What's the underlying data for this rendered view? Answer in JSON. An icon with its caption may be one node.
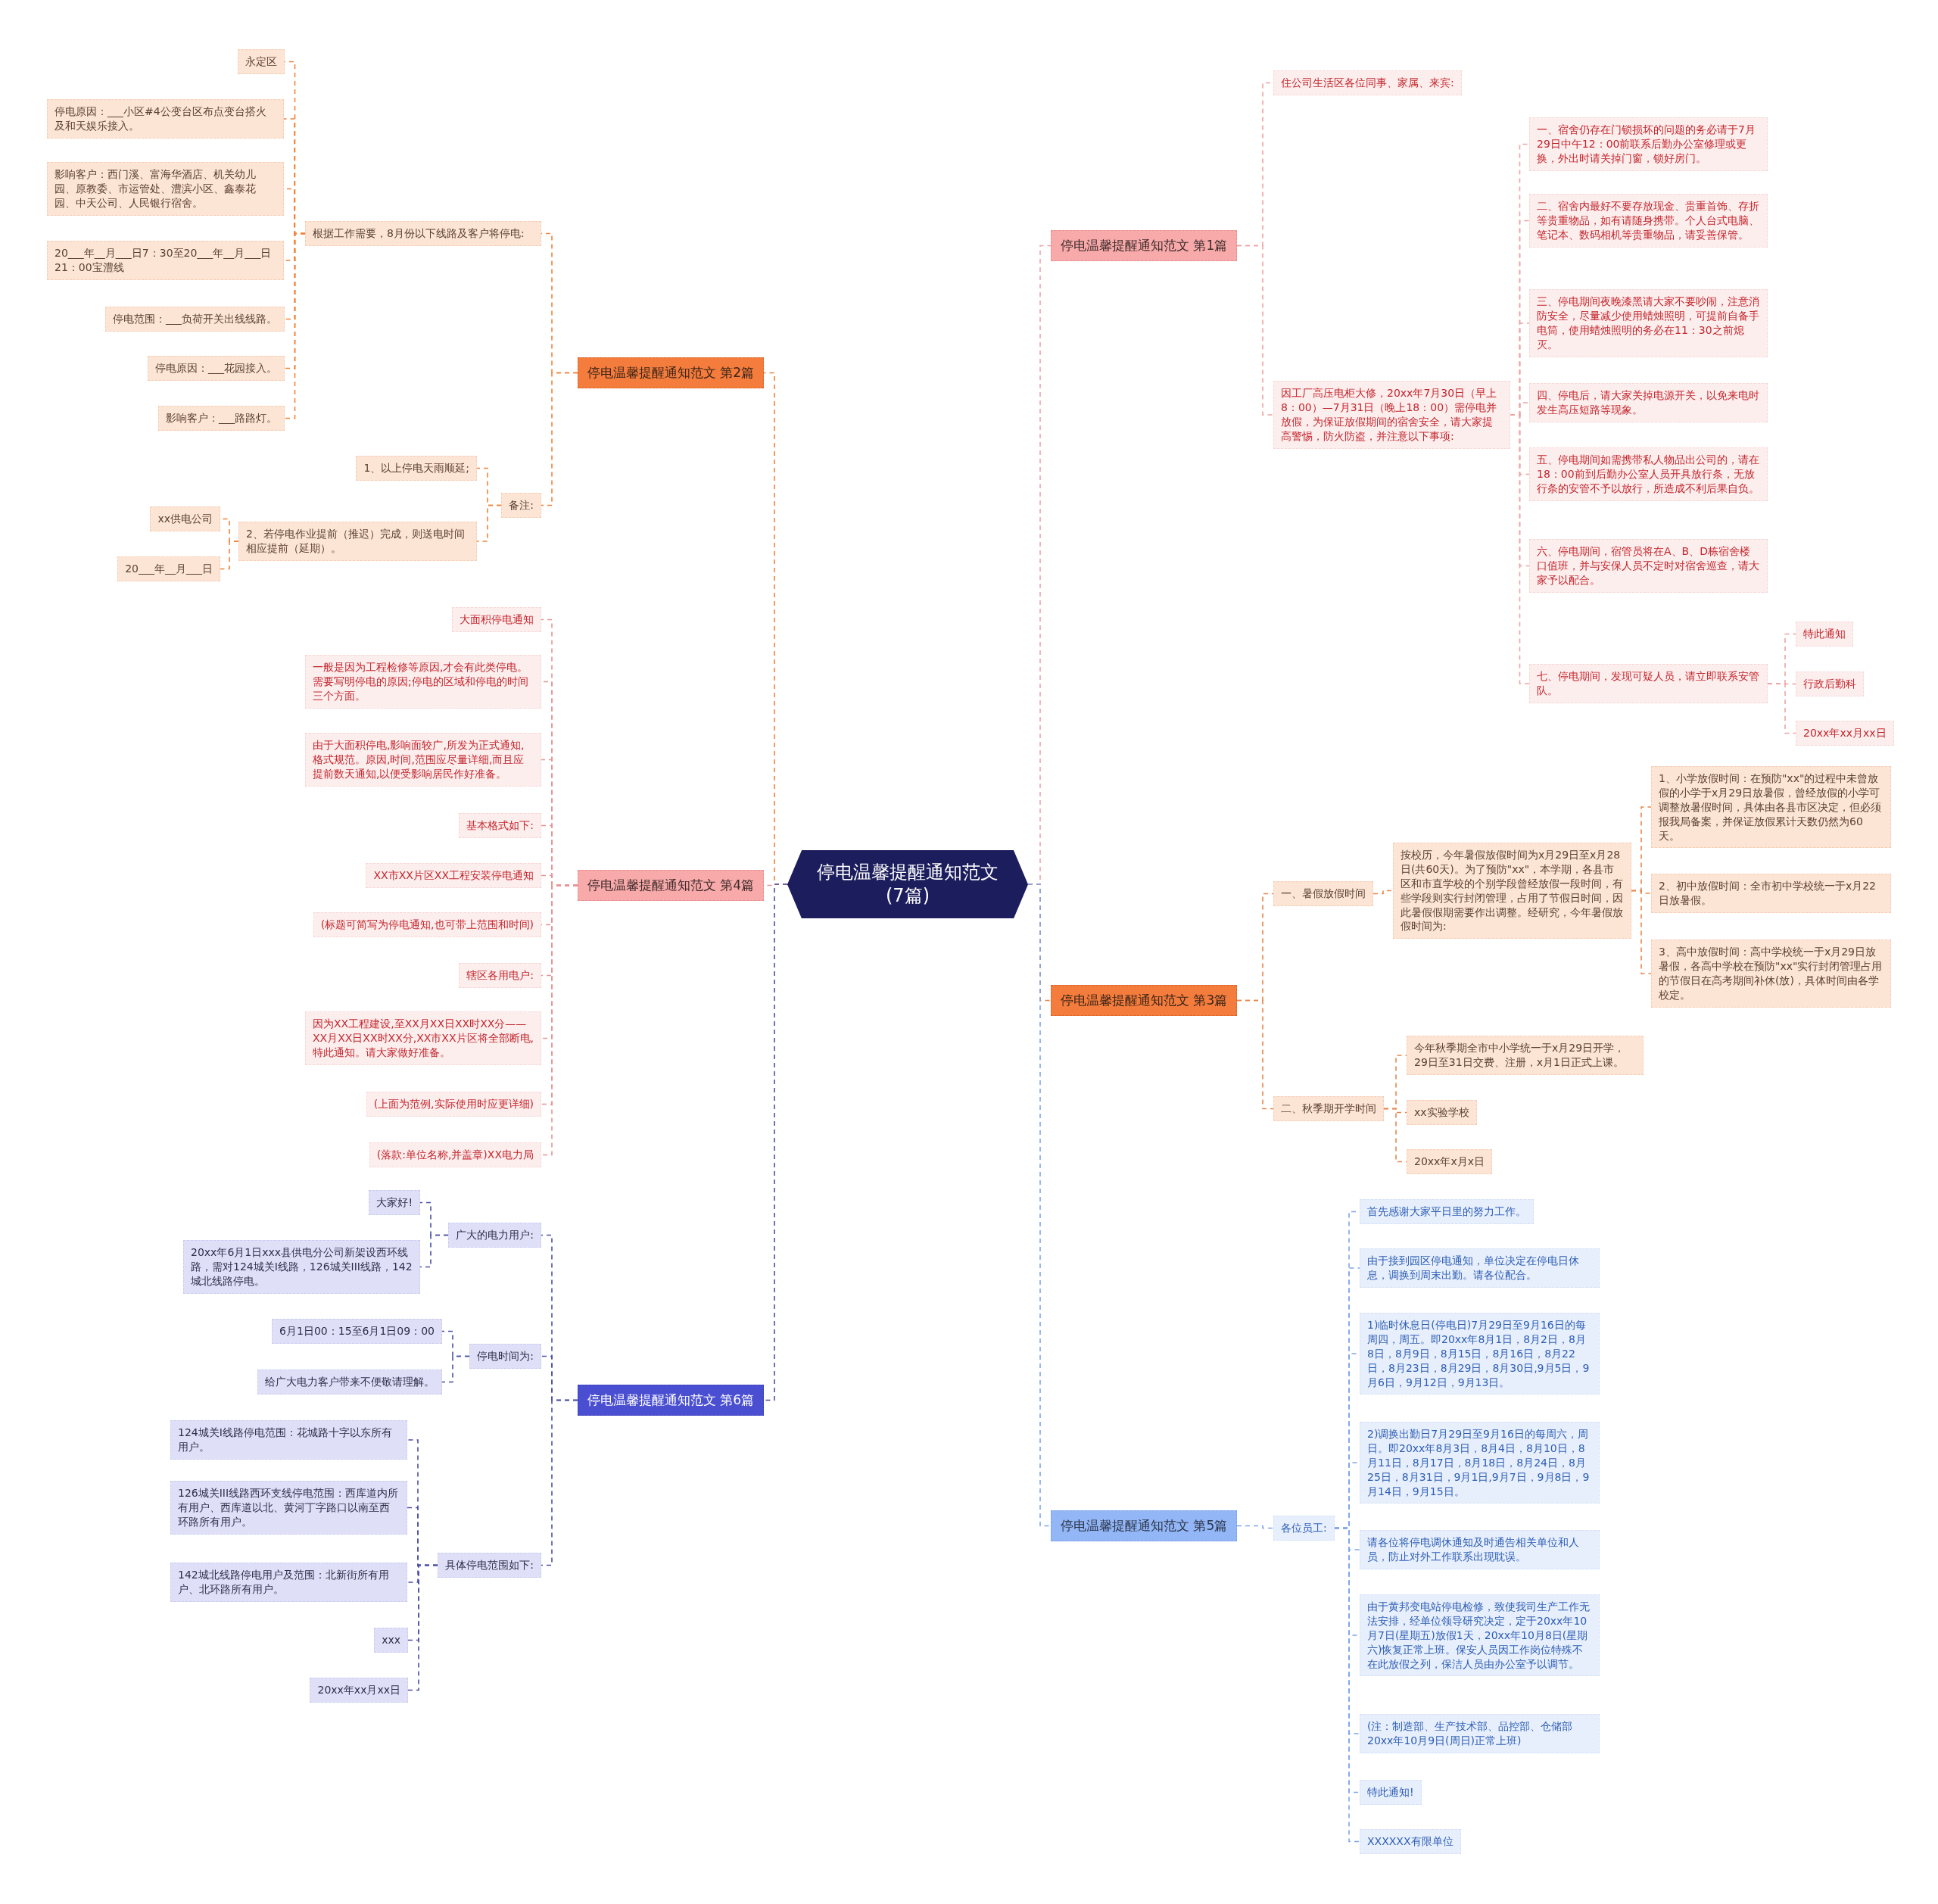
{
  "diagram": {
    "nodes": [
      {
        "text": [
          "停电温馨提醒通知范文(7篇)"
        ]
      },
      {
        "text": [
          "停电温馨提醒通知范文 第2篇"
        ]
      },
      {
        "text": [
          "根据工作需要，8月份以下线路及客户将停电:"
        ]
      },
      {
        "text": [
          "永定区"
        ]
      },
      {
        "text": [
          "停电原因：___小区#4公变台区布点变台搭火及和天娱乐接入。"
        ]
      },
      {
        "text": [
          "影响客户：西门溪、富海华酒店、机关幼儿园、原教委、市运管处、澧滨小区、鑫泰花园、中天公司、人民银行宿舍。"
        ]
      },
      {
        "text": [
          "20___年__月___日7：30至20___年__月___日21：00宝澧线"
        ]
      },
      {
        "text": [
          "停电范围：___负荷开关出线线路。"
        ]
      },
      {
        "text": [
          "停电原因：___花园接入。"
        ]
      },
      {
        "text": [
          "影响客户：___路路灯。"
        ]
      },
      {
        "text": [
          "备注:"
        ]
      },
      {
        "text": [
          "1、以上停电天雨顺延;"
        ]
      },
      {
        "text": [
          "2、若停电作业提前（推迟）完成，则送电时间相应提前（延期）。"
        ]
      },
      {
        "text": [
          "xx供电公司"
        ]
      },
      {
        "text": [
          "20___年__月___日"
        ]
      },
      {
        "text": [
          "停电温馨提醒通知范文 第4篇"
        ]
      },
      {
        "text": [
          "大面积停电通知"
        ]
      },
      {
        "text": [
          "一般是因为工程检修等原因,才会有此类停电。需要写明停电的原因;停电的区域和停电的时间三个方面。"
        ]
      },
      {
        "text": [
          "由于大面积停电,影响面较广,所发为正式通知,格式规范。原因,时间,范围应尽量详细,而且应提前数天通知,以便受影响居民作好准备。"
        ]
      },
      {
        "text": [
          "基本格式如下:"
        ]
      },
      {
        "text": [
          "XX市XX片区XX工程安装停电通知"
        ]
      },
      {
        "text": [
          "(标题可简写为停电通知,也可带上范围和时间)"
        ]
      },
      {
        "text": [
          "辖区各用电户:"
        ]
      },
      {
        "text": [
          "因为XX工程建设,至XX月XX日XX时XX分——XX月XX日XX时XX分,XX市XX片区将全部断电,特此通知。请大家做好准备。"
        ]
      },
      {
        "text": [
          "(上面为范例,实际使用时应更详细)"
        ]
      },
      {
        "text": [
          "(落款:单位名称,并盖章)XX电力局"
        ]
      },
      {
        "text": [
          "停电温馨提醒通知范文 第6篇"
        ]
      },
      {
        "text": [
          "广大的电力用户:"
        ]
      },
      {
        "text": [
          "大家好!"
        ]
      },
      {
        "text": [
          "20xx年6月1日xxx县供电分公司新架设西环线路，需对124城关I线路，126城关III线路，142城北线路停电。"
        ]
      },
      {
        "text": [
          "停电时间为:"
        ]
      },
      {
        "text": [
          "6月1日00：15至6月1日09：00"
        ]
      },
      {
        "text": [
          "给广大电力客户带来不便敬请理解。"
        ]
      },
      {
        "text": [
          "具体停电范围如下:"
        ]
      },
      {
        "text": [
          "124城关I线路停电范围：花城路十字以东所有用户。"
        ]
      },
      {
        "text": [
          "126城关III线路西环支线停电范围：西库道内所有用户、西库道以北、黄河丁字路口以南至西环路所有用户。"
        ]
      },
      {
        "text": [
          "142城北线路停电用户及范围：北新街所有用户、北环路所有用户。"
        ]
      },
      {
        "text": [
          "xxx"
        ]
      },
      {
        "text": [
          "20xx年xx月xx日"
        ]
      },
      {
        "text": [
          "停电温馨提醒通知范文 第1篇"
        ]
      },
      {
        "text": [
          "住公司生活区各位同事、家属、来宾:"
        ]
      },
      {
        "text": [
          "因工厂高压电柜大修，20xx年7月30日（早上8：00）—7月31日（晚上18：00）需停电并放假，为保证放假期间的宿舍安全，请大家提高警惕，防火防盗，并注意以下事项:"
        ]
      },
      {
        "text": [
          "一、宿舍仍存在门锁损坏的问题的务必请于7月29日中午12：00前联系后勤办公室修理或更换，外出时请关掉门窗，锁好房门。"
        ]
      },
      {
        "text": [
          "二、宿舍内最好不要存放现金、贵重首饰、存折等贵重物品，如有请随身携带。个人台式电脑、笔记本、数码相机等贵重物品，请妥善保管。"
        ]
      },
      {
        "text": [
          "三、停电期间夜晚漆黑请大家不要吵闹，注意消防安全，尽量减少使用蜡烛照明，可提前自备手电筒，使用蜡烛照明的务必在11：30之前熄灭。"
        ]
      },
      {
        "text": [
          "四、停电后，请大家关掉电源开关，以免来电时发生高压短路等现象。"
        ]
      },
      {
        "text": [
          "五、停电期间如需携带私人物品出公司的，请在18：00前到后勤办公室人员开具放行条，无放行条的安管不予以放行，所造成不利后果自负。"
        ]
      },
      {
        "text": [
          "六、停电期间，宿管员将在A、B、D栋宿舍楼口值班，并与安保人员不定时对宿舍巡查，请大家予以配合。"
        ]
      },
      {
        "text": [
          "七、停电期间，发现可疑人员，请立即联系安管队。"
        ]
      },
      {
        "text": [
          "特此通知"
        ]
      },
      {
        "text": [
          "行政后勤科"
        ]
      },
      {
        "text": [
          "20xx年xx月xx日"
        ]
      },
      {
        "text": [
          "停电温馨提醒通知范文 第3篇"
        ]
      },
      {
        "text": [
          "一、暑假放假时间"
        ]
      },
      {
        "text": [
          "按校历，今年暑假放假时间为x月29日至x月28日(共60天)。为了预防\"xx\"，本学期，各县市区和市直学校的个别学段曾经放假一段时间，有些学段则实行封闭管理，占用了节假日时间，因此暑假假期需要作出调整。经研究，今年暑假放假时间为:"
        ]
      },
      {
        "text": [
          "1、小学放假时间：在预防\"xx\"的过程中未曾放假的小学于x月29日放暑假，曾经放假的小学可调整放暑假时间，具体由各县市区决定，但必须报我局备案，并保证放假累计天数仍然为60天。"
        ]
      },
      {
        "text": [
          "2、初中放假时间：全市初中学校统一于x月22日放暑假。"
        ]
      },
      {
        "text": [
          "3、高中放假时间：高中学校统一于x月29日放暑假，各高中学校在预防\"xx\"实行封闭管理占用的节假日在高考期间补休(放)，具体时间由各学校定。"
        ]
      },
      {
        "text": [
          "二、秋季期开学时间"
        ]
      },
      {
        "text": [
          "今年秋季期全市中小学统一于x月29日开学，29日至31日交费、注册，x月1日正式上课。"
        ]
      },
      {
        "text": [
          "xx实验学校"
        ]
      },
      {
        "text": [
          "20xx年x月x日"
        ]
      },
      {
        "text": [
          "停电温馨提醒通知范文 第5篇"
        ]
      },
      {
        "text": [
          "各位员工:"
        ]
      },
      {
        "text": [
          "首先感谢大家平日里的努力工作。"
        ]
      },
      {
        "text": [
          "由于接到园区停电通知，单位决定在停电日休息，调换到周末出勤。请各位配合。"
        ]
      },
      {
        "text": [
          "1)临时休息日(停电日)7月29日至9月16日的每周四，周五。即20xx年8月1日，8月2日，8月8日，8月9日，8月15日，8月16日，8月22日，8月23日，8月29日，8月30日,9月5日，9月6日，9月12日，9月13日。"
        ]
      },
      {
        "text": [
          "2)调换出勤日7月29日至9月16日的每周六，周日。即20xx年8月3日，8月4日，8月10日，8月11日，8月17日，8月18日，8月24日，8月25日，8月31日，9月1日,9月7日，9月8日，9月14日，9月15日。"
        ]
      },
      {
        "text": [
          "请各位将停电调休通知及时通告相关单位和人员，防止对外工作联系出现耽误。"
        ]
      },
      {
        "text": [
          "由于黄邦变电站停电检修，致使我司生产工作无法安排，经单位领导研究决定，定于20xx年10月7日(星期五)放假1天，20xx年10月8日(星期六)恢复正常上班。保安人员因工作岗位特殊不在此放假之列，保洁人员由办公室予以调节。"
        ]
      },
      {
        "text": [
          "(注：制造部、生产技术部、品控部、仓储部20xx年10月9日(周日)正常上班)"
        ]
      },
      {
        "text": [
          "特此通知!"
        ]
      },
      {
        "text": [
          "XXXXXX有限单位"
        ]
      }
    ],
    "edges": [
      {
        "from": 0,
        "to": 1,
        "arrow": "none",
        "color": "#f0833a"
      },
      {
        "from": 0,
        "to": 15,
        "arrow": "none",
        "color": "#e89494"
      },
      {
        "from": 0,
        "to": 26,
        "arrow": "none",
        "color": "#4b4fa6"
      },
      {
        "from": 0,
        "to": 39,
        "arrow": "none",
        "color": "#eea4a4"
      },
      {
        "from": 0,
        "to": 52,
        "arrow": "none",
        "color": "#e8864a"
      },
      {
        "from": 0,
        "to": 62,
        "arrow": "none",
        "color": "#7fa6e8"
      },
      {
        "from": 1,
        "to": 2,
        "arrow": "none",
        "color": "#f0833a"
      },
      {
        "from": 1,
        "to": 10,
        "arrow": "none",
        "color": "#f0833a"
      },
      {
        "from": 2,
        "to": 3,
        "arrow": "none",
        "color": "#f0833a"
      },
      {
        "from": 2,
        "to": 4,
        "arrow": "none",
        "color": "#f0833a"
      },
      {
        "from": 2,
        "to": 5,
        "arrow": "none",
        "color": "#f0833a"
      },
      {
        "from": 2,
        "to": 6,
        "arrow": "none",
        "color": "#f0833a"
      },
      {
        "from": 2,
        "to": 7,
        "arrow": "none",
        "color": "#f0833a"
      },
      {
        "from": 2,
        "to": 8,
        "arrow": "none",
        "color": "#f0833a"
      },
      {
        "from": 2,
        "to": 9,
        "arrow": "none",
        "color": "#f0833a"
      },
      {
        "from": 10,
        "to": 11,
        "arrow": "none",
        "color": "#f0833a"
      },
      {
        "from": 10,
        "to": 12,
        "arrow": "none",
        "color": "#f0833a"
      },
      {
        "from": 12,
        "to": 13,
        "arrow": "none",
        "color": "#f0833a"
      },
      {
        "from": 12,
        "to": 14,
        "arrow": "none",
        "color": "#f0833a"
      },
      {
        "from": 15,
        "to": 16,
        "arrow": "none",
        "color": "#e89494"
      },
      {
        "from": 15,
        "to": 17,
        "arrow": "none",
        "color": "#e89494"
      },
      {
        "from": 15,
        "to": 18,
        "arrow": "none",
        "color": "#e89494"
      },
      {
        "from": 15,
        "to": 19,
        "arrow": "none",
        "color": "#e89494"
      },
      {
        "from": 15,
        "to": 20,
        "arrow": "none",
        "color": "#e89494"
      },
      {
        "from": 15,
        "to": 21,
        "arrow": "none",
        "color": "#e89494"
      },
      {
        "from": 15,
        "to": 22,
        "arrow": "none",
        "color": "#e89494"
      },
      {
        "from": 15,
        "to": 23,
        "arrow": "none",
        "color": "#e89494"
      },
      {
        "from": 15,
        "to": 24,
        "arrow": "none",
        "color": "#e89494"
      },
      {
        "from": 15,
        "to": 25,
        "arrow": "none",
        "color": "#e89494"
      },
      {
        "from": 26,
        "to": 27,
        "arrow": "none",
        "color": "#4b4fa6"
      },
      {
        "from": 26,
        "to": 30,
        "arrow": "none",
        "color": "#4b4fa6"
      },
      {
        "from": 26,
        "to": 33,
        "arrow": "none",
        "color": "#4b4fa6"
      },
      {
        "from": 27,
        "to": 28,
        "arrow": "none",
        "color": "#4b4fa6"
      },
      {
        "from": 27,
        "to": 29,
        "arrow": "none",
        "color": "#4b4fa6"
      },
      {
        "from": 30,
        "to": 31,
        "arrow": "none",
        "color": "#4b4fa6"
      },
      {
        "from": 30,
        "to": 32,
        "arrow": "none",
        "color": "#4b4fa6"
      },
      {
        "from": 33,
        "to": 34,
        "arrow": "none",
        "color": "#4b4fa6"
      },
      {
        "from": 33,
        "to": 35,
        "arrow": "none",
        "color": "#4b4fa6"
      },
      {
        "from": 33,
        "to": 36,
        "arrow": "none",
        "color": "#4b4fa6"
      },
      {
        "from": 33,
        "to": 37,
        "arrow": "none",
        "color": "#4b4fa6"
      },
      {
        "from": 33,
        "to": 38,
        "arrow": "none",
        "color": "#4b4fa6"
      },
      {
        "from": 39,
        "to": 40,
        "arrow": "none",
        "color": "#eea4a4"
      },
      {
        "from": 39,
        "to": 41,
        "arrow": "none",
        "color": "#eea4a4"
      },
      {
        "from": 41,
        "to": 42,
        "arrow": "none",
        "color": "#eea4a4"
      },
      {
        "from": 41,
        "to": 43,
        "arrow": "none",
        "color": "#eea4a4"
      },
      {
        "from": 41,
        "to": 44,
        "arrow": "none",
        "color": "#eea4a4"
      },
      {
        "from": 41,
        "to": 45,
        "arrow": "none",
        "color": "#eea4a4"
      },
      {
        "from": 41,
        "to": 46,
        "arrow": "none",
        "color": "#eea4a4"
      },
      {
        "from": 41,
        "to": 47,
        "arrow": "none",
        "color": "#eea4a4"
      },
      {
        "from": 41,
        "to": 48,
        "arrow": "none",
        "color": "#eea4a4"
      },
      {
        "from": 48,
        "to": 49,
        "arrow": "none",
        "color": "#eea4a4"
      },
      {
        "from": 48,
        "to": 50,
        "arrow": "none",
        "color": "#eea4a4"
      },
      {
        "from": 48,
        "to": 51,
        "arrow": "none",
        "color": "#eea4a4"
      },
      {
        "from": 52,
        "to": 53,
        "arrow": "none",
        "color": "#e8864a"
      },
      {
        "from": 52,
        "to": 58,
        "arrow": "none",
        "color": "#e8864a"
      },
      {
        "from": 53,
        "to": 54,
        "arrow": "none",
        "color": "#e8864a"
      },
      {
        "from": 54,
        "to": 55,
        "arrow": "none",
        "color": "#e8864a"
      },
      {
        "from": 54,
        "to": 56,
        "arrow": "none",
        "color": "#e8864a"
      },
      {
        "from": 54,
        "to": 57,
        "arrow": "none",
        "color": "#e8864a"
      },
      {
        "from": 58,
        "to": 59,
        "arrow": "none",
        "color": "#e8864a"
      },
      {
        "from": 58,
        "to": 60,
        "arrow": "none",
        "color": "#e8864a"
      },
      {
        "from": 58,
        "to": 61,
        "arrow": "none",
        "color": "#e8864a"
      },
      {
        "from": 62,
        "to": 63,
        "arrow": "none",
        "color": "#7fa6e8"
      },
      {
        "from": 63,
        "to": 64,
        "arrow": "none",
        "color": "#7fa6e8"
      },
      {
        "from": 63,
        "to": 65,
        "arrow": "none",
        "color": "#7fa6e8"
      },
      {
        "from": 63,
        "to": 66,
        "arrow": "none",
        "color": "#7fa6e8"
      },
      {
        "from": 63,
        "to": 67,
        "arrow": "none",
        "color": "#7fa6e8"
      },
      {
        "from": 63,
        "to": 68,
        "arrow": "none",
        "color": "#7fa6e8"
      },
      {
        "from": 63,
        "to": 69,
        "arrow": "none",
        "color": "#7fa6e8"
      },
      {
        "from": 63,
        "to": 70,
        "arrow": "none",
        "color": "#7fa6e8"
      },
      {
        "from": 63,
        "to": 71,
        "arrow": "none",
        "color": "#7fa6e8"
      },
      {
        "from": 63,
        "to": 72,
        "arrow": "none",
        "color": "#7fa6e8"
      }
    ]
  }
}
